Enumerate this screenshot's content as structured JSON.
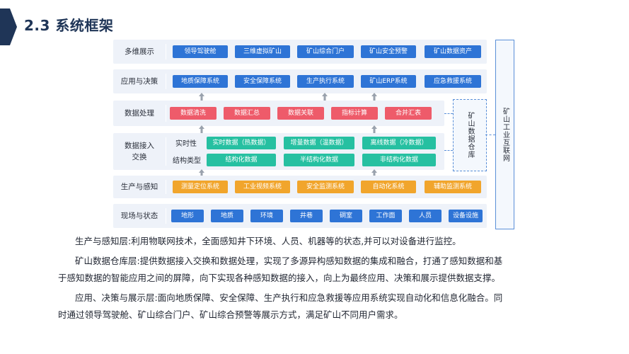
{
  "title": "2.3 系统框架",
  "diagram": {
    "rows": {
      "display": {
        "label": "多维展示",
        "items": [
          "领导驾驶舱",
          "三维虚拟矿山",
          "矿山综合门户",
          "矿山安全预警",
          "矿山数据资产"
        ]
      },
      "decision": {
        "label": "应用与决策",
        "items": [
          "地质保障系统",
          "安全保障系统",
          "生产执行系统",
          "矿山ERP系统",
          "应急救援系统"
        ]
      },
      "processing": {
        "label": "数据处理",
        "items": [
          "数据清洗",
          "数据汇总",
          "数据关联",
          "指标计算",
          "合并汇表"
        ]
      },
      "exchange": {
        "label": "数据接入交换",
        "realtime_label": "实时性",
        "struct_label": "结构类型",
        "realtime_items": [
          "实时数据（热数据）",
          "增量数据（温数据）",
          "离线数据（冷数据）"
        ],
        "struct_items": [
          "结构化数据",
          "半结构化数据",
          "非结构化数据"
        ]
      },
      "sensing": {
        "label": "生产与感知",
        "items": [
          "测量定位系统",
          "工业视频系统",
          "安全监测系统",
          "自动化系统",
          "辅助监测系统"
        ]
      },
      "field": {
        "label": "现场与状态",
        "items": [
          "地形",
          "地质",
          "环境",
          "井巷",
          "硐室",
          "工作面",
          "人员",
          "设备设施"
        ]
      }
    },
    "warehouse": "矿山数据仓库",
    "iot": "矿山工业互联网"
  },
  "paragraphs": [
    "生产与感知层:利用物联网技术，全面感知井下环境、人员、机器等的状态,并可以对设备进行监控。",
    "矿山数据仓库层:提供数据接入交换和数据处理，实现了多源异构感知数据的集成和融合，打通了感知数据和基",
    "于感知数据的智能应用之间的屏障，向下实现各种感知数据的接入，向上为最终应用、决策和展示提供数据支撑。",
    "应用、决策与展示层:面向地质保障、安全保障、生产执行和应急救援等应用系统实现自动化和信息化融合。同",
    "时通过领导驾驶舱、矿山综合门户、矿山综合预警等展示方式，满足矿山不同用户需求。"
  ]
}
